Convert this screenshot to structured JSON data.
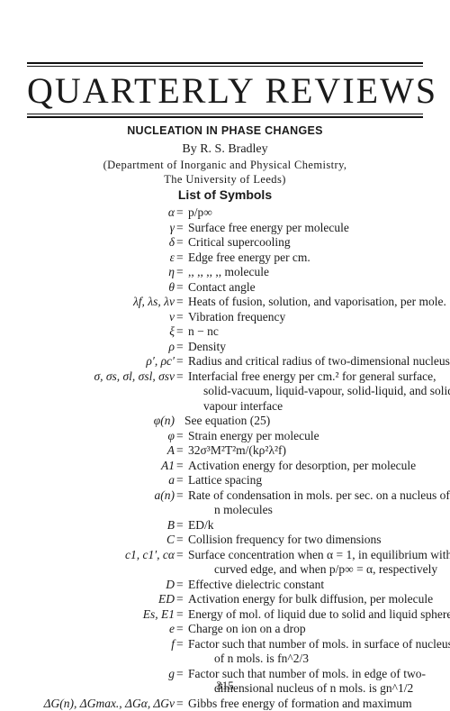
{
  "journal_title": "QUARTERLY REVIEWS",
  "paper_title": "NUCLEATION IN PHASE CHANGES",
  "byline": "By R. S. Bradley",
  "affiliation_line1": "(Department of Inorganic and Physical Chemistry,",
  "affiliation_line2": "The University of Leeds)",
  "list_heading": "List of Symbols",
  "symbols": [
    {
      "sym": "α",
      "desc": "p/p∞"
    },
    {
      "sym": "γ",
      "desc": "Surface free energy per molecule"
    },
    {
      "sym": "δ",
      "desc": "Critical supercooling"
    },
    {
      "sym": "ε",
      "desc": "Edge free energy per cm."
    },
    {
      "sym": "η",
      "desc": "  ,,     ,,     ,,     ,,   molecule"
    },
    {
      "sym": "θ",
      "desc": "Contact angle"
    },
    {
      "sym": "λf, λs, λv",
      "desc": "Heats of fusion, solution, and vaporisation, per mole."
    },
    {
      "sym": "ν",
      "desc": "Vibration frequency"
    },
    {
      "sym": "ξ",
      "desc": "n − nc"
    },
    {
      "sym": "ρ",
      "desc": "Density"
    },
    {
      "sym": "ρ′, ρc′",
      "desc": "Radius and critical radius of two-dimensional nucleus"
    },
    {
      "sym": "σ, σs, σl, σsl, σsv",
      "desc": "Interfacial free energy per cm.² for general surface,"
    },
    {
      "cont": "solid-vacuum, liquid-vapour, solid-liquid, and solid-"
    },
    {
      "cont": "vapour interface"
    },
    {
      "sym": "φ(n)",
      "desc": "See equation (25)",
      "noeq": true
    },
    {
      "sym": "φ",
      "desc": "Strain energy per molecule"
    },
    {
      "sym": "A",
      "desc": "32σ³M²T²m/(kρ²λ²f)"
    },
    {
      "sym": "A1",
      "desc": "Activation energy for desorption, per molecule"
    },
    {
      "sym": "a",
      "desc": "Lattice spacing"
    },
    {
      "sym": "a(n)",
      "desc": "Rate of condensation in mols. per sec. on a nucleus of"
    },
    {
      "cont2": "n molecules"
    },
    {
      "sym": "B",
      "desc": "ED/k"
    },
    {
      "sym": "C",
      "desc": "Collision frequency for two dimensions"
    },
    {
      "sym": "c1, c1′, cα",
      "desc": "Surface concentration when α = 1, in equilibrium with"
    },
    {
      "cont2": "curved edge, and when p/p∞ = α, respectively"
    },
    {
      "sym": "D",
      "desc": "Effective dielectric constant"
    },
    {
      "sym": "ED",
      "desc": "Activation energy for bulk diffusion, per molecule"
    },
    {
      "sym": "Es, E1",
      "desc": "Energy of mol. of liquid due to solid and liquid sphere"
    },
    {
      "sym": "e",
      "desc": "Charge on ion on a drop"
    },
    {
      "sym": "f",
      "desc": "Factor such that number of mols. in surface of nucleus"
    },
    {
      "cont2": "of n mols. is fn^2/3"
    },
    {
      "sym": "g",
      "desc": "Factor such that number of mols. in edge of two-"
    },
    {
      "cont2": "dimensional nucleus of n mols. is gn^1/2"
    },
    {
      "sym": "ΔG(n), ΔGmax., ΔGα, ΔGv",
      "desc": "Gibbs free energy of formation and maximum"
    }
  ],
  "page_number": "315"
}
